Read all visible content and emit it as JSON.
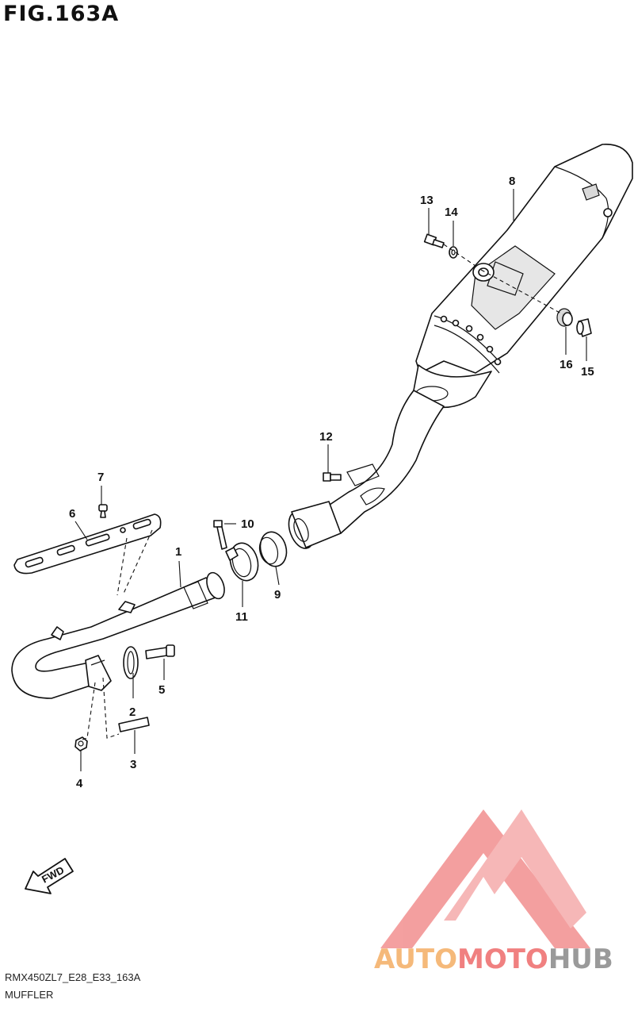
{
  "figure": {
    "title": "FIG.163A",
    "code": "RMX450ZL7_E28_E33_163A",
    "caption": "MUFFLER"
  },
  "callouts": [
    "1",
    "2",
    "3",
    "4",
    "5",
    "6",
    "7",
    "8",
    "9",
    "10",
    "11",
    "12",
    "13",
    "14",
    "15",
    "16"
  ],
  "fwd_label": "FWD",
  "watermark": {
    "part1": "AUTO",
    "part2": "MOTO",
    "part3": "HUB",
    "color_orange": "#f5b97a",
    "color_red": "#f08080",
    "color_gray": "#9a9a9a"
  }
}
